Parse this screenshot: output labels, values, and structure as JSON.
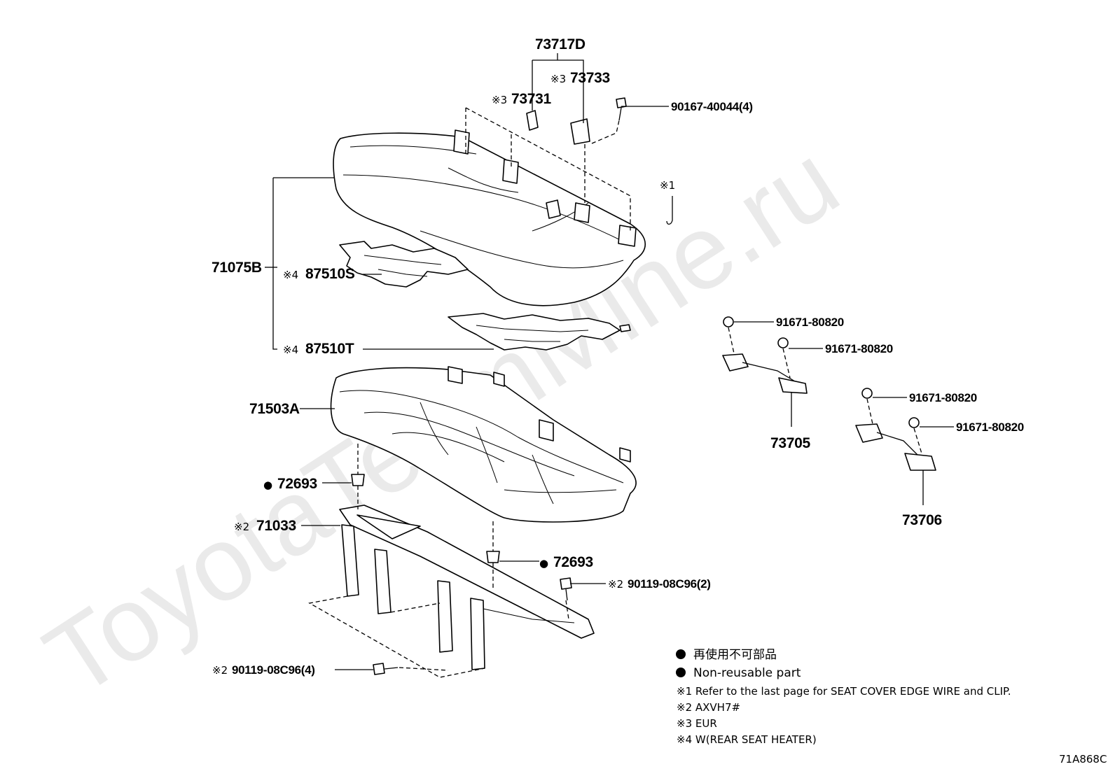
{
  "watermark": "ToyotaTeamMine.ru",
  "labels": {
    "p73717D": "73717D",
    "p73733": "73733",
    "p73731": "73731",
    "p90167": "90167-40044(4)",
    "p71075B": "71075B",
    "p87510S": "87510S",
    "p87510T": "87510T",
    "p91671a": "91671-80820",
    "p91671b": "91671-80820",
    "p91671c": "91671-80820",
    "p91671d": "91671-80820",
    "p73705": "73705",
    "p73706": "73706",
    "p71503A": "71503A",
    "p72693a": "72693",
    "p72693b": "72693",
    "p71033": "71033",
    "p90119a": "90119-08C96(2)",
    "p90119b": "90119-08C96(4)"
  },
  "marks": {
    "m1": "※1",
    "m2": "※2",
    "m3": "※3",
    "m4": "※4",
    "dot": "●"
  },
  "legend": {
    "jp": "再使用不可部品",
    "en": "Non-reusable part",
    "n1": "※1 Refer to the last page for SEAT COVER EDGE WIRE and CLIP.",
    "n2": "※2 AXVH7#",
    "n3": "※3 EUR",
    "n4": "※4 W(REAR SEAT HEATER)"
  },
  "figure_code": "71A868C"
}
